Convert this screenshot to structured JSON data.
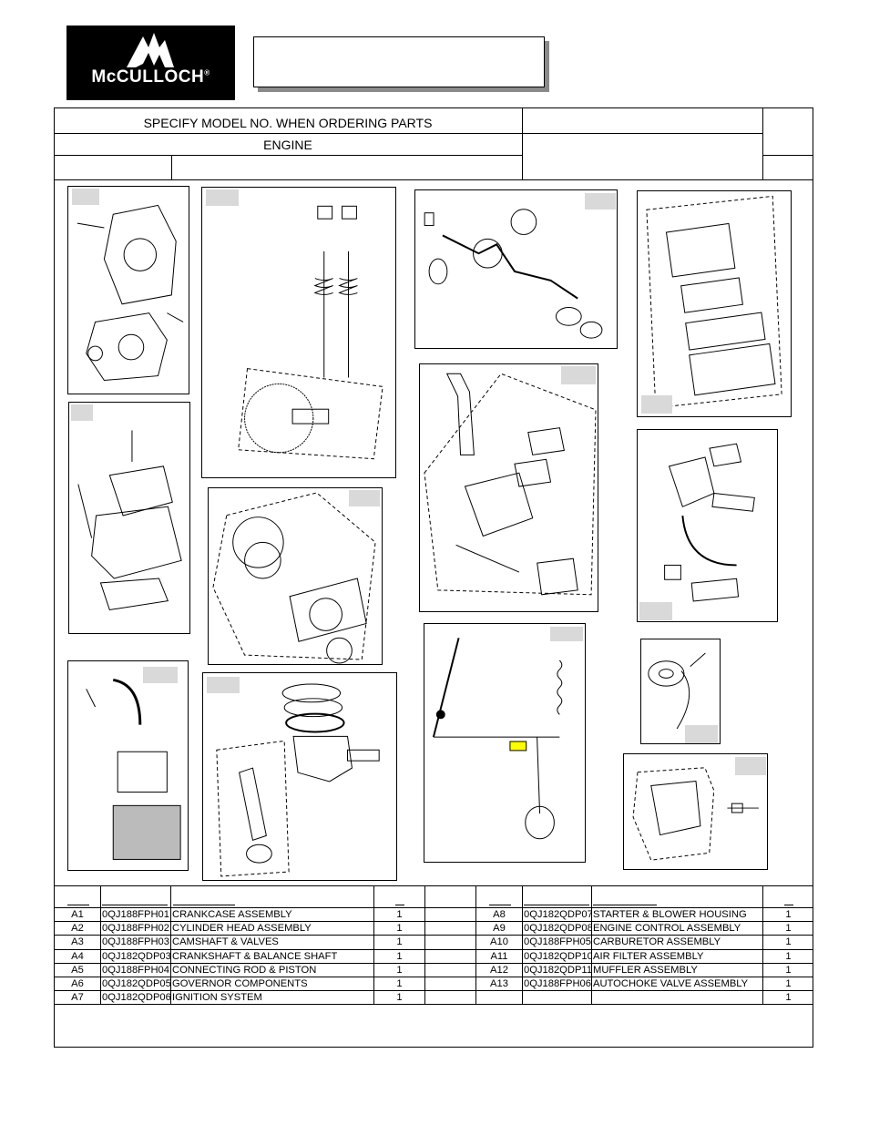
{
  "brand": {
    "name": "McCULLOCH",
    "mark": "®"
  },
  "header": {
    "line1": "SPECIFY MODEL NO. WHEN ORDERING PARTS",
    "line2": "ENGINE"
  },
  "parts": {
    "left": [
      {
        "ref": "A1",
        "part_no": "0QJ188FPH01",
        "desc": "CRANKCASE ASSEMBLY",
        "qty": "1"
      },
      {
        "ref": "A2",
        "part_no": "0QJ188FPH02",
        "desc": "CYLINDER HEAD ASSEMBLY",
        "qty": "1"
      },
      {
        "ref": "A3",
        "part_no": "0QJ188FPH03",
        "desc": "CAMSHAFT & VALVES",
        "qty": "1"
      },
      {
        "ref": "A4",
        "part_no": "0QJ182QDP03",
        "desc": "CRANKSHAFT & BALANCE SHAFT",
        "qty": "1"
      },
      {
        "ref": "A5",
        "part_no": "0QJ188FPH04",
        "desc": "CONNECTING ROD & PISTON",
        "qty": "1"
      },
      {
        "ref": "A6",
        "part_no": "0QJ182QDP05",
        "desc": "GOVERNOR COMPONENTS",
        "qty": "1"
      },
      {
        "ref": "A7",
        "part_no": "0QJ182QDP06",
        "desc": "IGNITION SYSTEM",
        "qty": "1"
      }
    ],
    "right": [
      {
        "ref": "A8",
        "part_no": "0QJ182QDP07",
        "desc": "STARTER & BLOWER HOUSING",
        "qty": "1"
      },
      {
        "ref": "A9",
        "part_no": "0QJ182QDP08",
        "desc": "ENGINE CONTROL ASSEMBLY",
        "qty": "1"
      },
      {
        "ref": "A10",
        "part_no": "0QJ188FPH05",
        "desc": "CARBURETOR  ASSEMBLY",
        "qty": "1"
      },
      {
        "ref": "A11",
        "part_no": "0QJ182QDP10",
        "desc": "AIR FILTER ASSEMBLY",
        "qty": "1"
      },
      {
        "ref": "A12",
        "part_no": "0QJ182QDP11",
        "desc": "MUFFLER  ASSEMBLY",
        "qty": "1"
      },
      {
        "ref": "A13",
        "part_no": "0QJ188FPH06",
        "desc": "AUTOCHOKE VALVE ASSEMBLY",
        "qty": "1"
      },
      {
        "ref": "",
        "part_no": "",
        "desc": "",
        "qty": "1"
      }
    ]
  }
}
